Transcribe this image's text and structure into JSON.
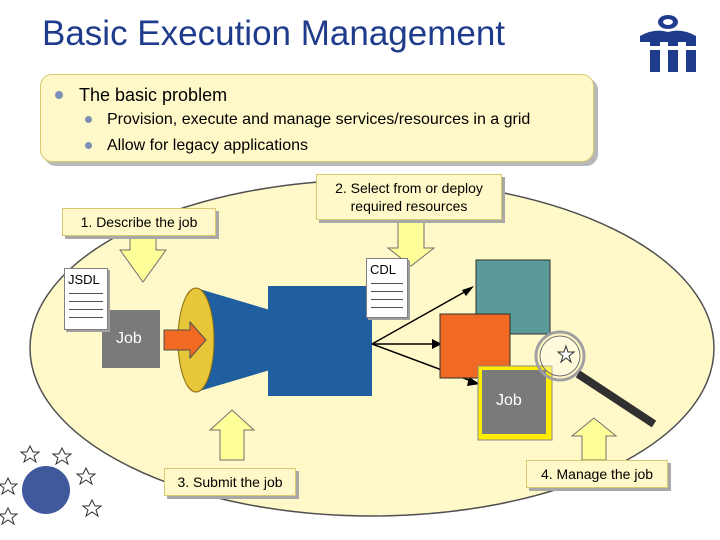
{
  "slide": {
    "title": "Basic Execution Management",
    "problem": {
      "heading": "The basic problem",
      "points": [
        "Provision, execute and manage services/resources in a grid",
        "Allow for legacy applications"
      ]
    }
  },
  "diagram": {
    "step1": "1. Describe the job",
    "step2_line1": "2. Select from or deploy",
    "step2_line2": "required resources",
    "step3": "3. Submit the job",
    "step4": "4. Manage the job",
    "jsdl_label": "JSDL",
    "cdl_label": "CDL",
    "job_label_input": "Job",
    "job_label_running": "Job"
  },
  "colors": {
    "title": "#1f3c8c",
    "callout_fill": "#fff8c8",
    "ellipse_fill": "#fff8c8",
    "arrow_fill": "#ffff99",
    "funnel": "#1f5fa0",
    "resource_teal": "#5a9a9a",
    "resource_orange": "#f06a24",
    "job_yellow": "#ffee00",
    "job_grey": "#7a7a7a"
  }
}
